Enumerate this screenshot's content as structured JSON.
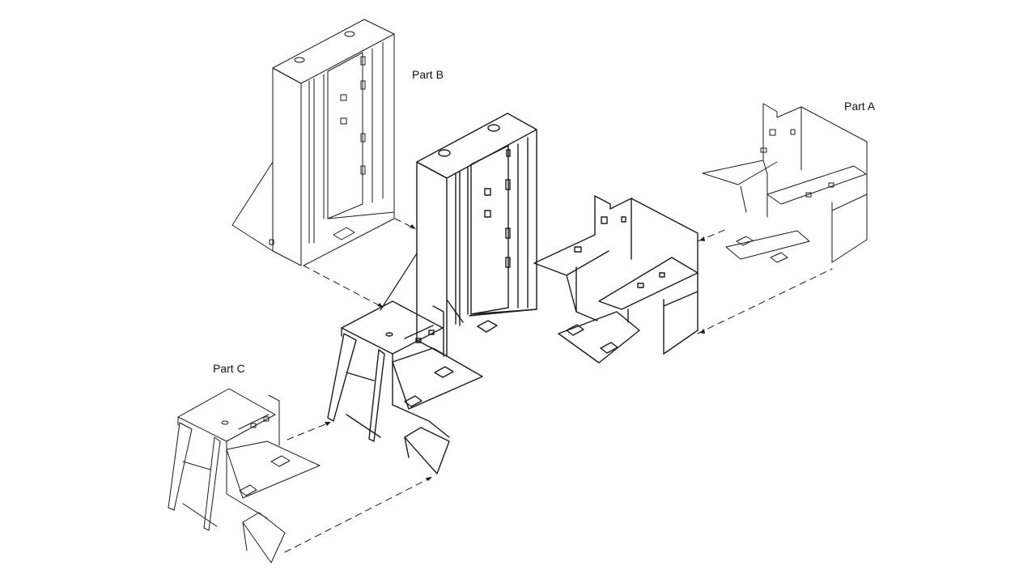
{
  "labels": {
    "part_a": "Part A",
    "part_b": "Part B",
    "part_c": "Part C"
  },
  "colors": {
    "stroke": "#1a1a1a",
    "background": "#ffffff"
  }
}
